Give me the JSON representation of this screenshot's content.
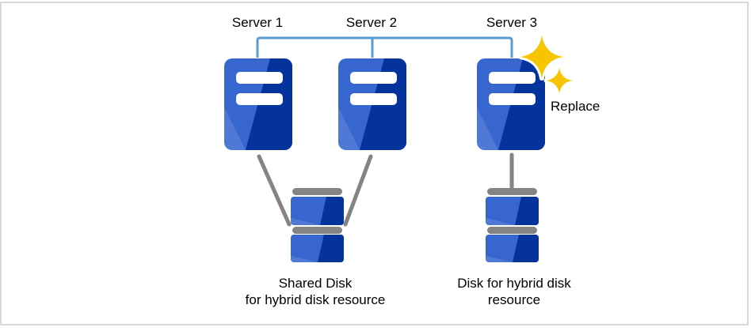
{
  "diagram": {
    "servers": [
      {
        "label": "Server 1"
      },
      {
        "label": "Server 2"
      },
      {
        "label": "Server 3"
      }
    ],
    "replace_label": "Replace",
    "shared_disk_caption": "Shared Disk\nfor hybrid disk resource",
    "hybrid_disk_caption": "Disk for hybrid disk\nresource"
  },
  "icons": {
    "server": "server-icon",
    "shared_disk": "disk-stack-icon",
    "hybrid_disk": "disk-stack-icon",
    "sparkle": "sparkle-icon",
    "network": "network-connector-line",
    "storage_link": "storage-connection-line"
  },
  "colors": {
    "server_light": "#3767ce",
    "server_dark": "#04339b",
    "gray": "#848484",
    "connector_blue": "#5b9bd5",
    "star_gold": "#f7c500",
    "text": "#000000",
    "frame_border": "#d8d8d8"
  }
}
